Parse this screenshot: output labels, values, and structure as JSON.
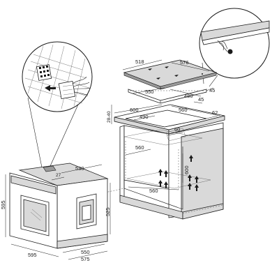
{
  "dimensions": {
    "hob_width": "576",
    "hob_depth": "518",
    "cutout_width": "550",
    "cutout_depth": "480",
    "worktop_depth": "600",
    "worktop_cutout": "560",
    "cabinet_opening_depth": "490",
    "rear_gap": "62",
    "rear_vent": "60",
    "worktop_thickness": "28-40",
    "cabinet_side_offset": "45",
    "front_offset": "45",
    "inner_depth": "560",
    "inner_width": "560",
    "cabinet_height": "600",
    "oven_depth_top": "530",
    "oven_side_depth": "27",
    "oven_height": "595",
    "oven_body_height": "525",
    "oven_width": "595",
    "oven_depth_bottom": "550",
    "oven_total_depth": "575"
  },
  "colors": {
    "line": "#1a1a1a",
    "fill_light": "#d9d9d9",
    "fill_dark": "#9a9a9a"
  }
}
